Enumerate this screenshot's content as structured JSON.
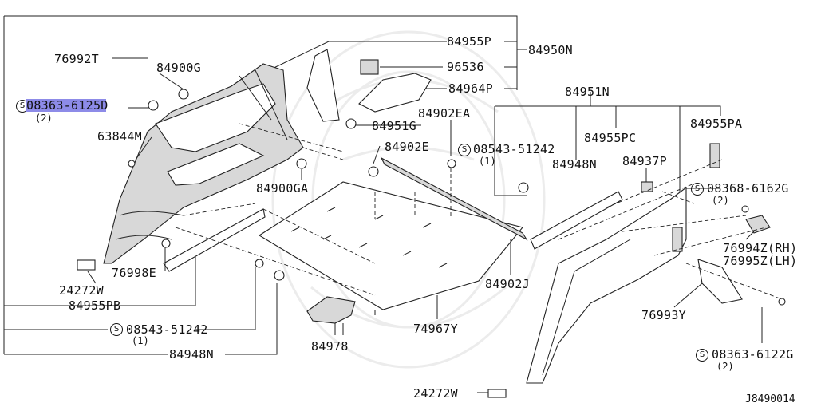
{
  "diagram": {
    "diagram_code": "J8490014",
    "screw_symbol": "S",
    "labels": {
      "p76992T": "76992T",
      "p84900G": "84900G",
      "p08363_6125D": "08363-6125D",
      "p08363_6125D_qty": "(2)",
      "p63844M": "63844M",
      "p84955P": "84955P",
      "p84950N": "84950N",
      "p96536": "96536",
      "p84964P": "84964P",
      "p84951G": "84951G",
      "p84902EA": "84902EA",
      "p84902E": "84902E",
      "p84900GA": "84900GA",
      "p24272W_left": "24272W",
      "p76998E": "76998E",
      "p84955PB": "84955PB",
      "p08543_51242_left": "08543-51242",
      "p08543_51242_left_qty": "(1)",
      "p84948N_left": "84948N",
      "p84978": "84978",
      "p74967Y": "74967Y",
      "p84902J": "84902J",
      "p84951N": "84951N",
      "p08543_51242_right": "08543-51242",
      "p08543_51242_right_qty": "(1)",
      "p84955PC": "84955PC",
      "p84955PA": "84955PA",
      "p84948N_right": "84948N",
      "p84937P": "84937P",
      "p08368_6162G": "08368-6162G",
      "p08368_6162G_qty": "(2)",
      "p76994Z": "76994Z(RH)",
      "p76995Z": "76995Z(LH)",
      "p76993Y": "76993Y",
      "p08363_6122G": "08363-6122G",
      "p08363_6122G_qty": "(2)",
      "p24272W_right": "24272W"
    }
  }
}
